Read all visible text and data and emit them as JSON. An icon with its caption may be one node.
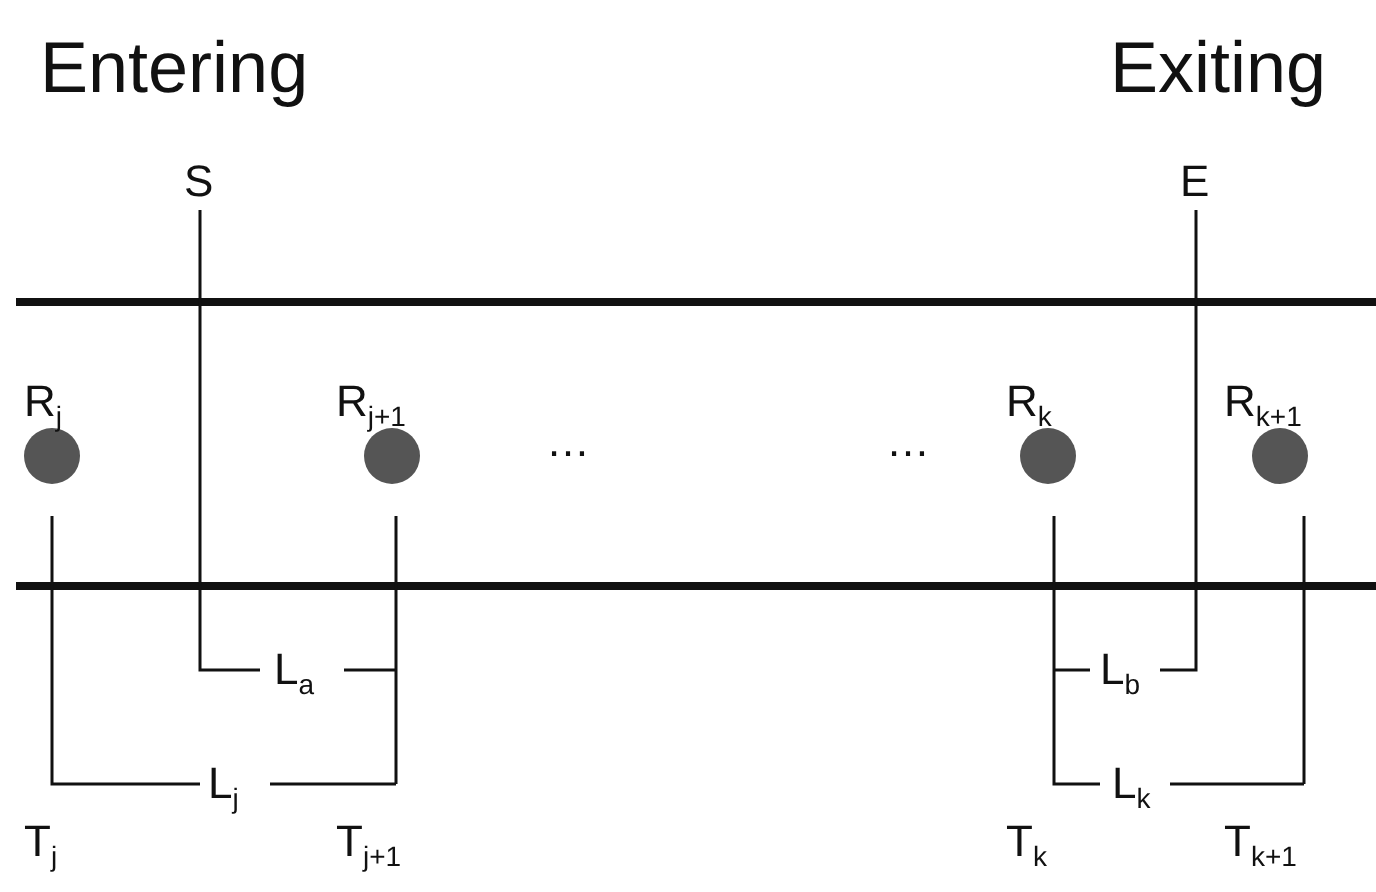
{
  "diagram": {
    "nodes": [
      {
        "text": [],
        "shape": "circle",
        "beside": [
          "R$_{j}$"
        ]
      },
      {
        "text": [],
        "shape": "circle",
        "beside": [
          "R$_{j+1}$"
        ]
      },
      {
        "text": [],
        "shape": "circle",
        "beside": [
          "R$_{k}$"
        ]
      },
      {
        "text": [],
        "shape": "circle",
        "beside": [
          "R$_{k+1}$"
        ]
      }
    ],
    "labels": [
      "Entering",
      "Exiting",
      "S",
      "E",
      "…",
      "…",
      "L$_{a}$",
      "L$_{b}$",
      "L$_{j}$",
      "L$_{k}$",
      "T$_{j}$",
      "T$_{j+1}$",
      "T$_{k}$",
      "T$_{k+1}$"
    ]
  }
}
